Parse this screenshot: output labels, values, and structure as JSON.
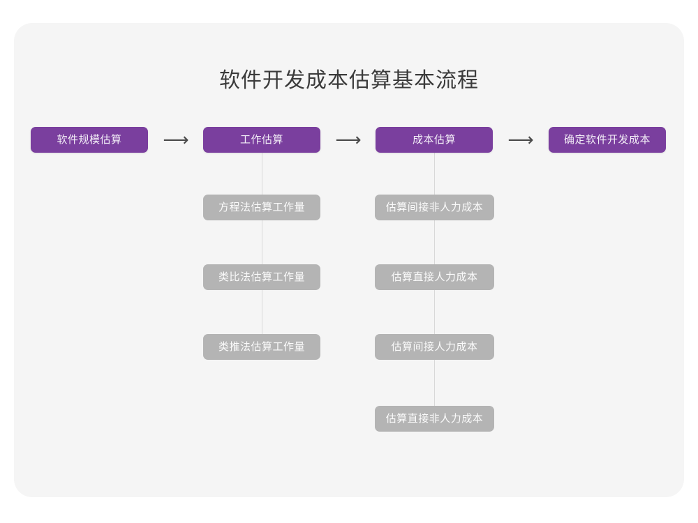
{
  "page": {
    "background": "#ffffff",
    "card_background": "#f5f5f5"
  },
  "diagram": {
    "title": "软件开发成本估算基本流程",
    "type": "flowchart",
    "colors": {
      "primary": "#7a3f9e",
      "primary_text": "#f3eef7",
      "secondary": "#b4b4b4",
      "secondary_text": "#fbfbfb",
      "connector": "#d8d8d8",
      "arrow": "#4a4a4a",
      "title_text": "#3b3b3b"
    },
    "arrow_glyph": "⟶",
    "stages": [
      {
        "id": "stage-1",
        "label": "软件规模估算",
        "substeps": []
      },
      {
        "id": "stage-2",
        "label": "工作估算",
        "substeps": [
          "方程法估算工作量",
          "类比法估算工作量",
          "类推法估算工作量"
        ]
      },
      {
        "id": "stage-3",
        "label": "成本估算",
        "substeps": [
          "估算间接非人力成本",
          "估算直接人力成本",
          "估算间接人力成本",
          "估算直接非人力成本"
        ]
      },
      {
        "id": "stage-4",
        "label": "确定软件开发成本",
        "substeps": []
      }
    ],
    "arrows": [
      {
        "id": "arrow-1",
        "from": "stage-1",
        "to": "stage-2",
        "glyph": "⟶"
      },
      {
        "id": "arrow-2",
        "from": "stage-2",
        "to": "stage-3",
        "glyph": "⟶"
      },
      {
        "id": "arrow-3",
        "from": "stage-3",
        "to": "stage-4",
        "glyph": "⟶"
      }
    ]
  }
}
